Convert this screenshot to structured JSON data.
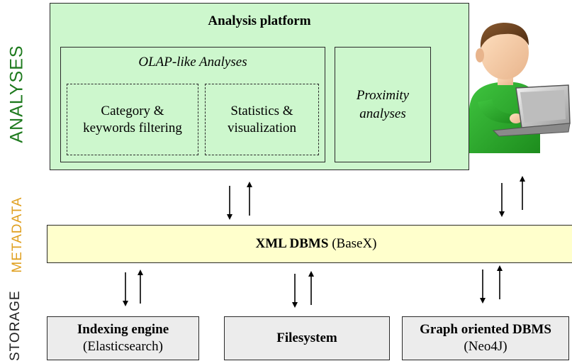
{
  "side_labels": {
    "analyses": {
      "text": "ANALYSES",
      "color": "#1e7a1e"
    },
    "metadata": {
      "text": "METADATA",
      "color": "#e0a020"
    },
    "storage": {
      "text": "STORAGE",
      "color": "#222222"
    }
  },
  "analysis_platform": {
    "title": "Analysis platform",
    "olap": {
      "title": "OLAP-like Analyses",
      "category_filtering": [
        "Category &",
        "keywords filtering"
      ],
      "statistics": [
        "Statistics &",
        "visualization"
      ]
    },
    "proximity": [
      "Proximity",
      "analyses"
    ]
  },
  "xml_dbms": {
    "name": "XML DBMS",
    "detail": "(BaseX)"
  },
  "storage": {
    "indexing": {
      "name": "Indexing engine",
      "detail": "(Elasticsearch)"
    },
    "filesystem": {
      "name": "Filesystem"
    },
    "graph": {
      "name": "Graph oriented DBMS",
      "detail": "(Neo4J)"
    }
  },
  "icons": [
    "user-with-laptop-icon",
    "down-arrow-icon",
    "up-arrow-icon"
  ],
  "colors": {
    "analysis_bg": "#cdf7cd",
    "metadata_bg": "#ffffcc",
    "storage_bg": "#ececec"
  }
}
